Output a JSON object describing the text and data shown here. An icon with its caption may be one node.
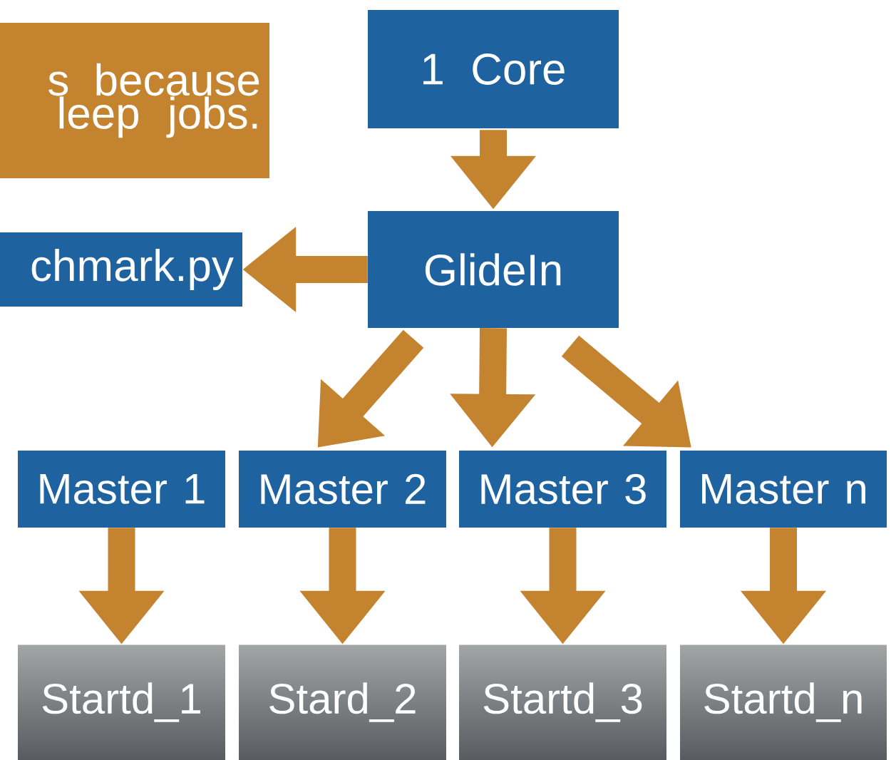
{
  "diagram": {
    "nodes": [
      {
        "text": [
          "s because leep jobs."
        ]
      },
      {
        "text": [
          "1 Core"
        ]
      },
      {
        "text": [
          "chmark.py"
        ]
      },
      {
        "text": [
          "GlideIn"
        ]
      },
      {
        "text": [
          "Master 1"
        ]
      },
      {
        "text": [
          "Master 2"
        ]
      },
      {
        "text": [
          "Master 3"
        ]
      },
      {
        "text": [
          "Master n"
        ]
      },
      {
        "text": [
          "Startd_1"
        ]
      },
      {
        "text": [
          "Stard_2"
        ]
      },
      {
        "text": [
          "Startd_3"
        ]
      },
      {
        "text": [
          "Startd_n"
        ]
      }
    ],
    "edges": [
      {
        "from": 1,
        "to": 3,
        "arrow": "to"
      },
      {
        "from": 3,
        "to": 2,
        "arrow": "to"
      },
      {
        "from": 3,
        "to": 5,
        "arrow": "to"
      },
      {
        "from": 3,
        "to": 6,
        "arrow": "to"
      },
      {
        "from": 3,
        "to": 7,
        "arrow": "to"
      },
      {
        "from": 4,
        "to": 8,
        "arrow": "to"
      },
      {
        "from": 5,
        "to": 9,
        "arrow": "to"
      },
      {
        "from": 6,
        "to": 10,
        "arrow": "to"
      },
      {
        "from": 7,
        "to": 11,
        "arrow": "to"
      }
    ]
  }
}
